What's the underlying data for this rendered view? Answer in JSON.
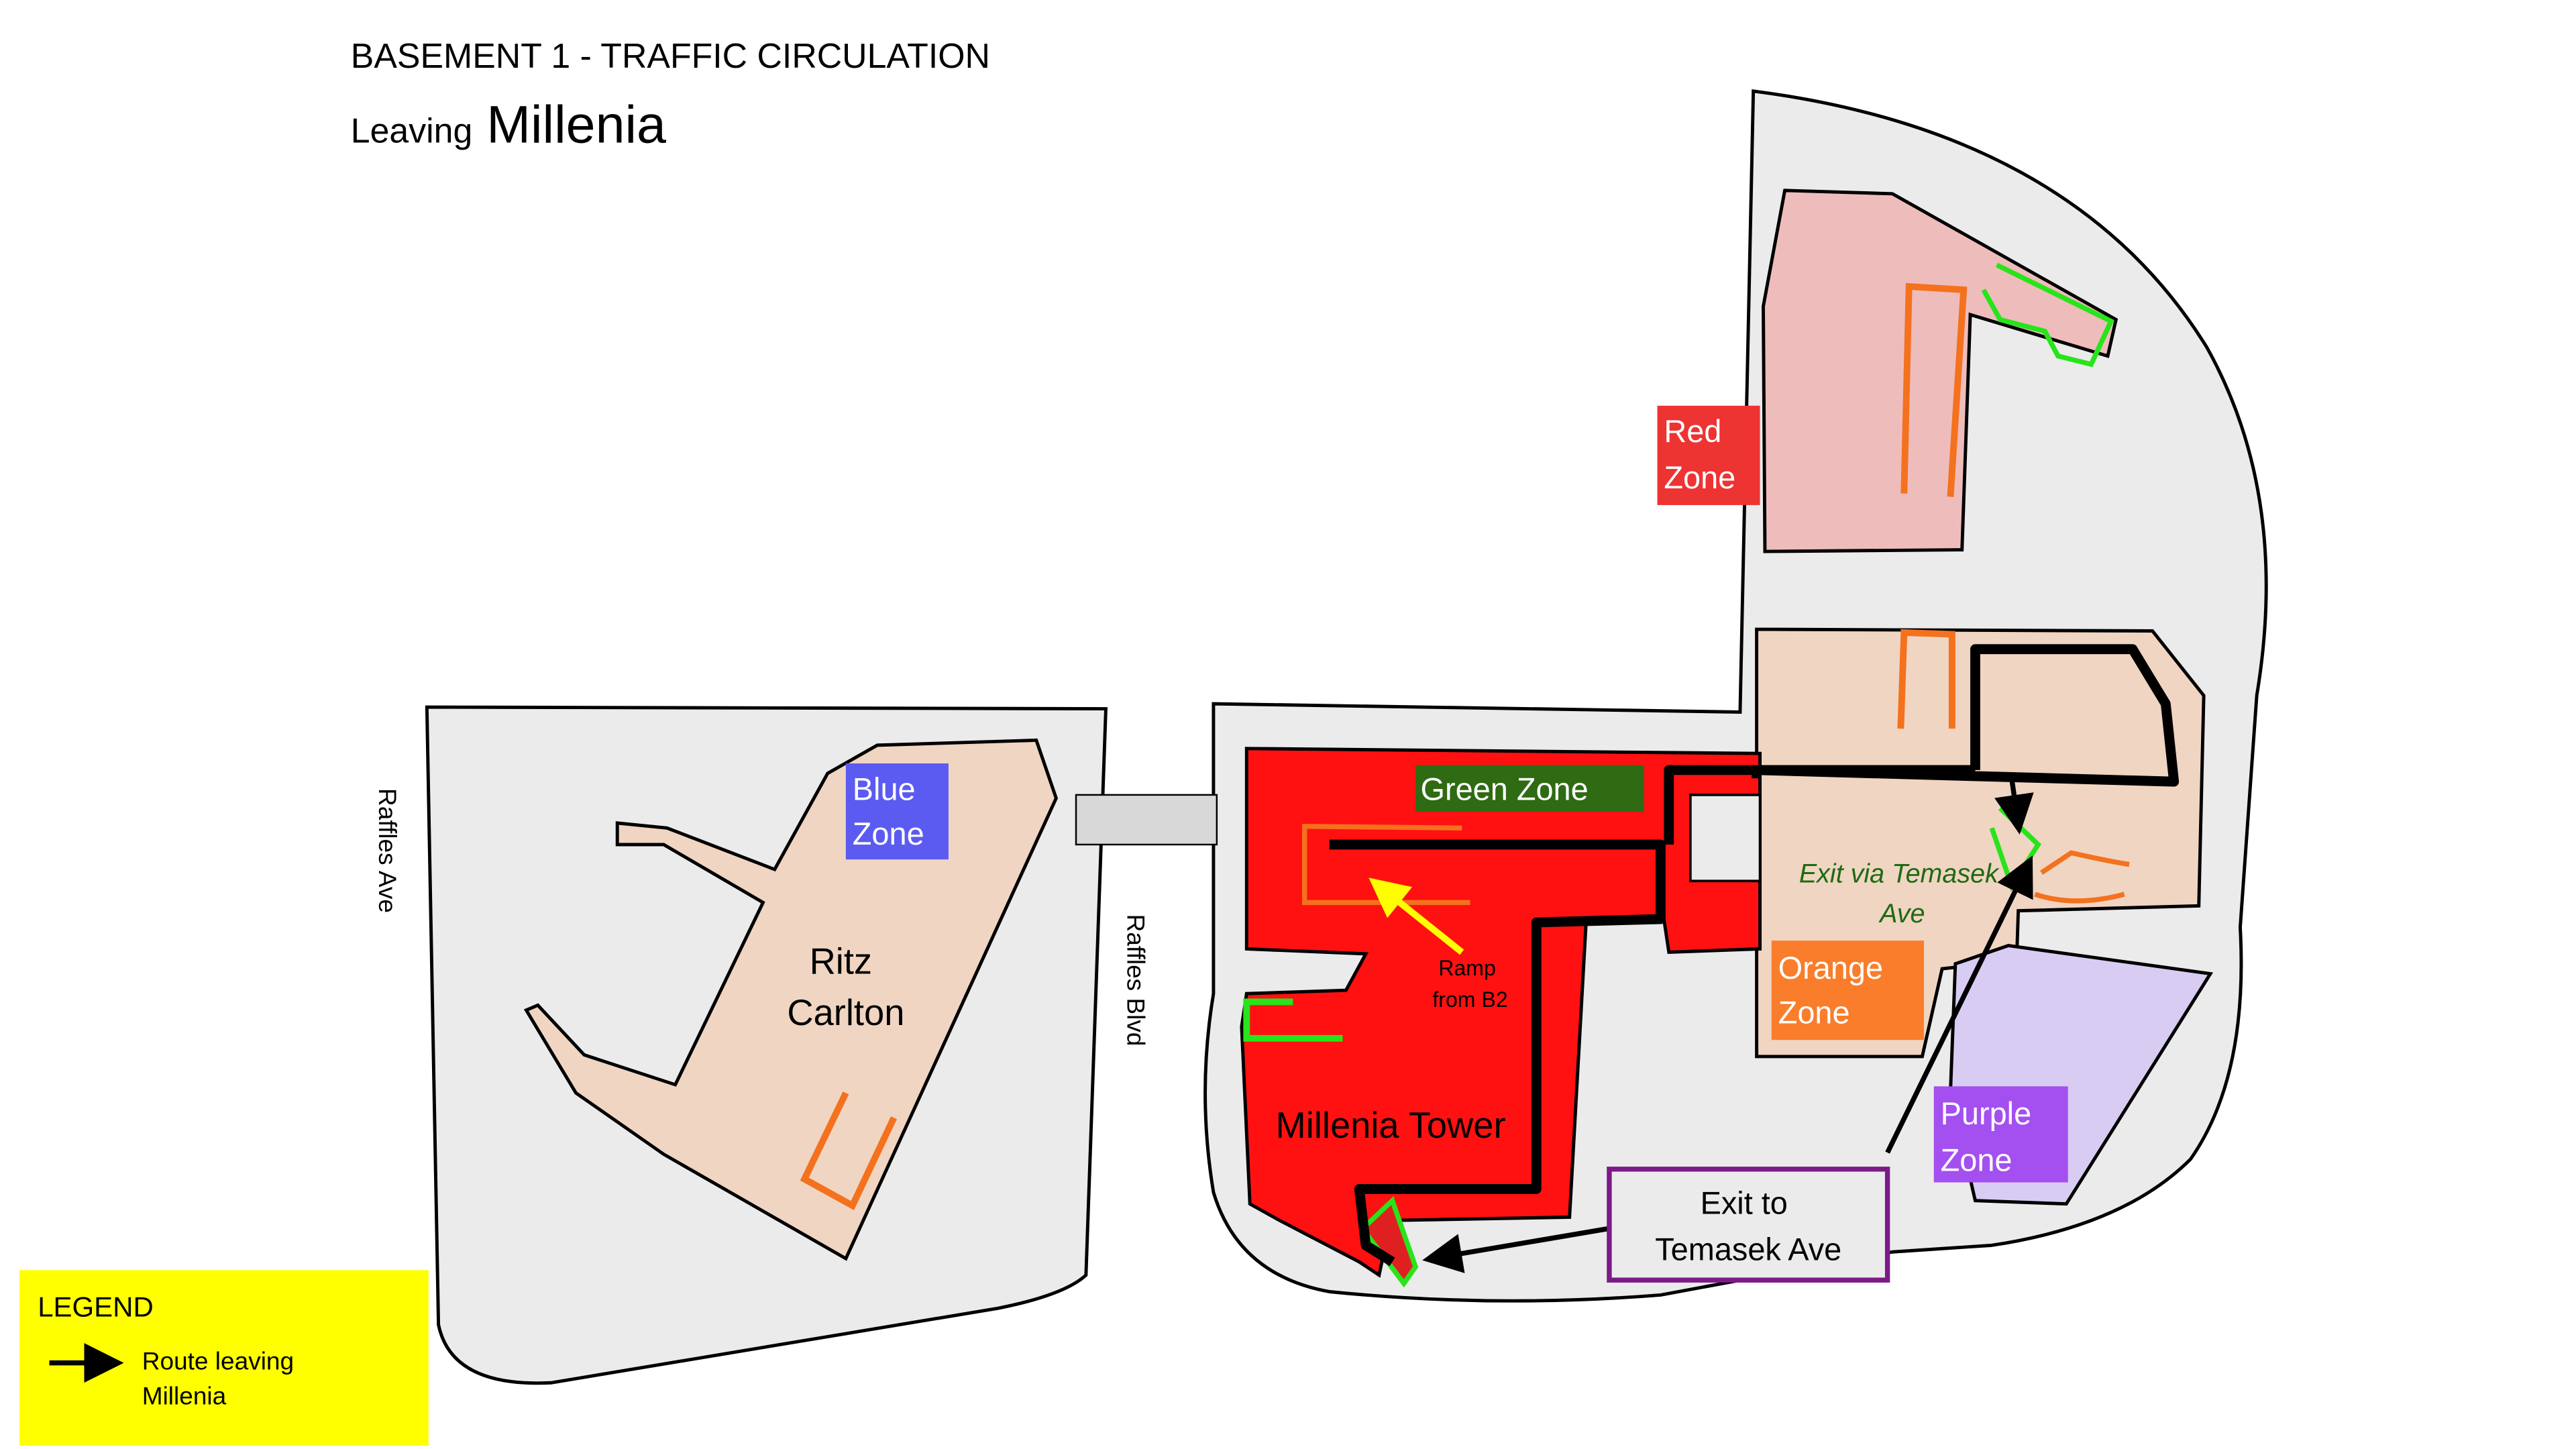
{
  "title": {
    "line1": "BASEMENT 1 - TRAFFIC CIRCULATION",
    "leaving": "Leaving",
    "place": "Millenia"
  },
  "streets": {
    "raffles_ave": "Raffles Ave",
    "raffles_blvd": "Raffles Blvd"
  },
  "zones": {
    "blue": {
      "line1": "Blue",
      "line2": "Zone",
      "color": "#5b5bf2"
    },
    "red": {
      "line1": "Red",
      "line2": "Zone",
      "color": "#ee3333"
    },
    "green": {
      "label": "Green Zone",
      "color": "#2e6b12"
    },
    "orange": {
      "line1": "Orange",
      "line2": "Zone",
      "color": "#f97d2b"
    },
    "purple": {
      "line1": "Purple",
      "line2": "Zone",
      "color": "#a44ff0"
    }
  },
  "buildings": {
    "ritz_line1": "Ritz",
    "ritz_line2": "Carlton",
    "millenia_tower": "Millenia Tower"
  },
  "annotations": {
    "ramp_line1": "Ramp",
    "ramp_line2": "from B2",
    "exit_via_line1": "Exit via Temasek",
    "exit_via_line2": "Ave"
  },
  "exit_box": {
    "line1": "Exit  to",
    "line2": "Temasek Ave"
  },
  "legend": {
    "title": "LEGEND",
    "item_line1": "Route leaving",
    "item_line2": "Millenia"
  },
  "colors": {
    "ground": "#ebebeb",
    "building_peach": "#f0d5c2",
    "building_pink": "#efbcbc",
    "building_lavender": "#d9ccf2",
    "tower_red": "#ff1111",
    "ramp_orange": "#f4711e",
    "bay_green": "#27e41b",
    "route_black": "#000000",
    "ramp_arrow": "#ffff00",
    "legend_bg": "#ffff00",
    "exit_box_border": "#7b1b86",
    "exit_text_green": "#1f6a12"
  }
}
